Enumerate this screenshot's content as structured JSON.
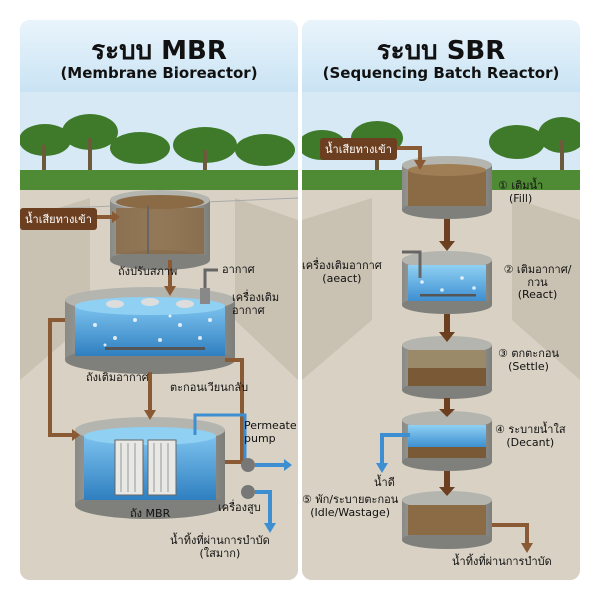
{
  "mbr": {
    "title": "ระบบ MBR",
    "subtitle": "(Membrane Bioreactor)",
    "inflow": "น้ำเสียทางเข้า",
    "equalization": "ถังปรับสภาพ",
    "air": "อากาศ",
    "blower": "เครื่องเติม\nอากาศ",
    "aeration_tank": "ถังเติมอากาศ",
    "sludge_return": "ตะกอนเวียนกลับ",
    "permeate_pump": "Permeate\npump",
    "suction": "เครื่องสูบ",
    "mbr_tank": "ถัง MBR",
    "outflow": "น้ำทิ้งที่ผ่านการบำบัด\n(ใสมาก)"
  },
  "sbr": {
    "title": "ระบบ SBR",
    "subtitle": "(Sequencing Batch Reactor)",
    "inflow": "น้ำเสียทางเข้า",
    "aerator": "เครื่องเติมอากาศ\n(aeact)",
    "clear_water": "น้ำดี",
    "outflow": "น้ำทิ้งที่ผ่านการบำบัด",
    "steps": [
      {
        "label": "① เติมน้ำ\n(Fill)"
      },
      {
        "label": "② เติมอากาศ/กวน\n(React)"
      },
      {
        "label": "③ ตกตะกอน\n(Settle)"
      },
      {
        "label": "④ ระบายน้ำใส\n(Decant)"
      },
      {
        "label": "⑤ พัก/ระบายตะกอน\n(Idle/Wastage)"
      }
    ]
  },
  "colors": {
    "pipe": "#8a5a34",
    "water": "#5aa9df",
    "sludge": "#8b6b46",
    "concrete": "#9b9b96",
    "sky": "#bfe0f2",
    "palm": "#3f7a2a"
  }
}
